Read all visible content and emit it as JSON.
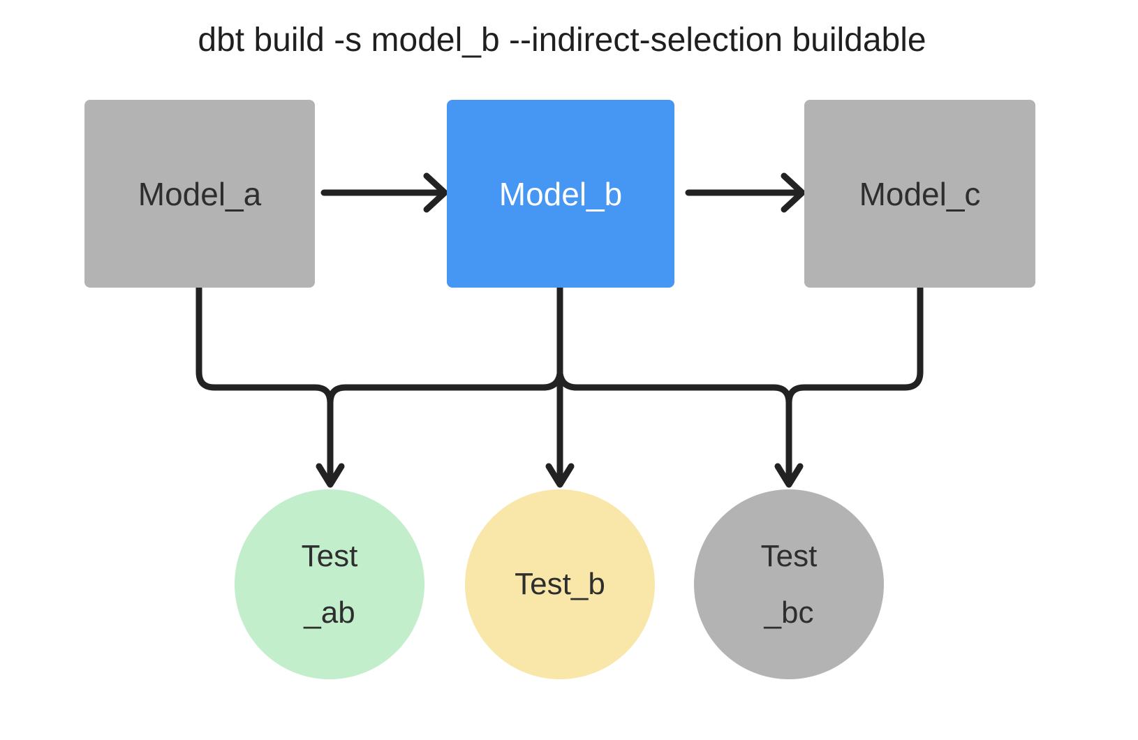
{
  "title": "dbt build -s model_b --indirect-selection buildable",
  "colors": {
    "background": "#ffffff",
    "edge_line": "#222222",
    "model_selected_fill": "#4696f3",
    "model_selected_text": "#ffffff",
    "model_unselected_fill": "#b3b3b3",
    "model_unselected_text": "#2e2e2e",
    "test_ab_fill": "#c2eecb",
    "test_b_fill": "#f8e7a9",
    "test_bc_fill": "#b3b3b3",
    "test_text": "#2e2e2e"
  },
  "models": [
    {
      "id": "model_a",
      "label": "Model_a",
      "shape": "square",
      "selected": false
    },
    {
      "id": "model_b",
      "label": "Model_b",
      "shape": "square",
      "selected": true
    },
    {
      "id": "model_c",
      "label": "Model_c",
      "shape": "square",
      "selected": false
    }
  ],
  "tests": [
    {
      "id": "test_ab",
      "lines": [
        "Test",
        "_ab"
      ],
      "shape": "circle",
      "fill": "green"
    },
    {
      "id": "test_b",
      "lines": [
        "Test_b"
      ],
      "shape": "circle",
      "fill": "yellow"
    },
    {
      "id": "test_bc",
      "lines": [
        "Test",
        "_bc"
      ],
      "shape": "circle",
      "fill": "gray"
    }
  ],
  "edges": [
    {
      "from": "model_a",
      "to": "model_b"
    },
    {
      "from": "model_b",
      "to": "model_c"
    },
    {
      "from": "model_a",
      "to": "test_ab"
    },
    {
      "from": "model_b",
      "to": "test_b"
    },
    {
      "from": "model_c",
      "to": "test_bc"
    }
  ]
}
